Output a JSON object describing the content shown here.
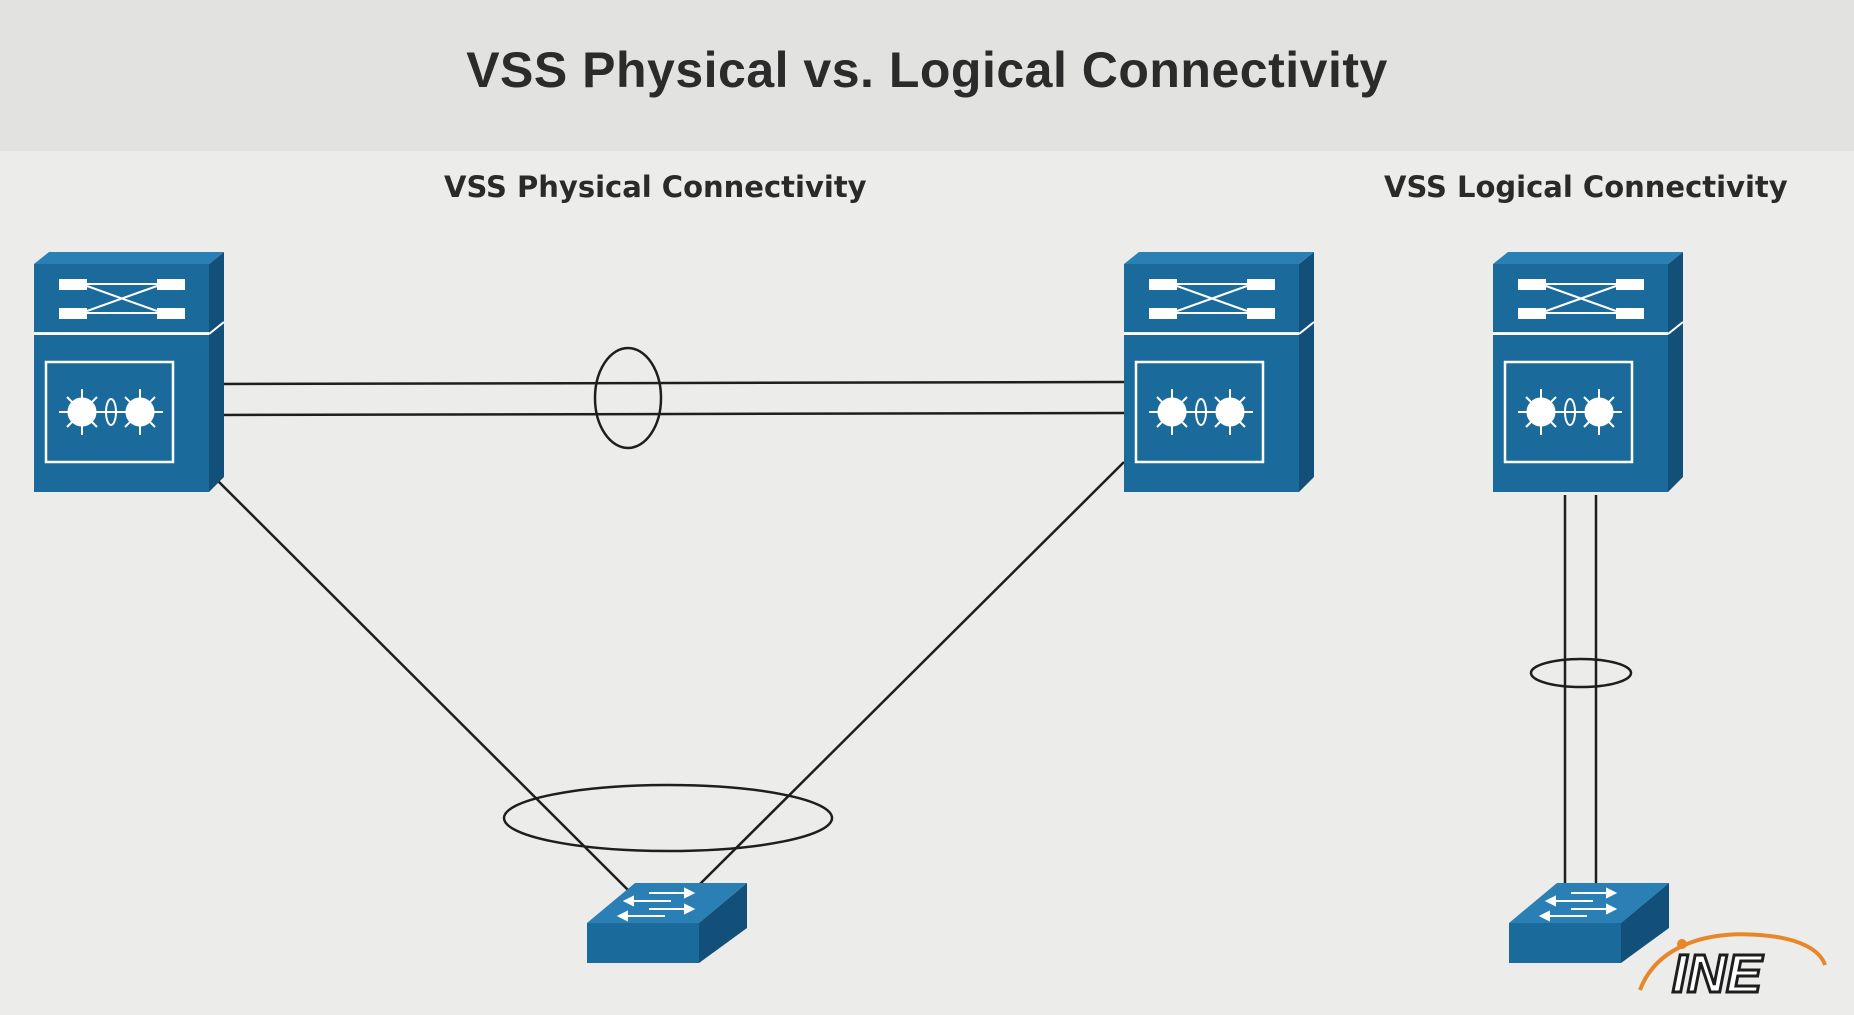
{
  "slide": {
    "title": "VSS Physical vs. Logical Connectivity"
  },
  "sections": {
    "physical_label": "VSS Physical Connectivity",
    "logical_label": "VSS Logical Connectivity"
  },
  "icons": {
    "core_switch": "vss-core-switch-icon",
    "access_switch": "access-switch-icon",
    "logo": "ine-logo"
  },
  "logo": {
    "text": "INE"
  },
  "colors": {
    "device_blue": "#1b6a9c",
    "device_blue_dark": "#12507a",
    "link": "#1e1e1e",
    "logo_orange": "#e8862a"
  }
}
